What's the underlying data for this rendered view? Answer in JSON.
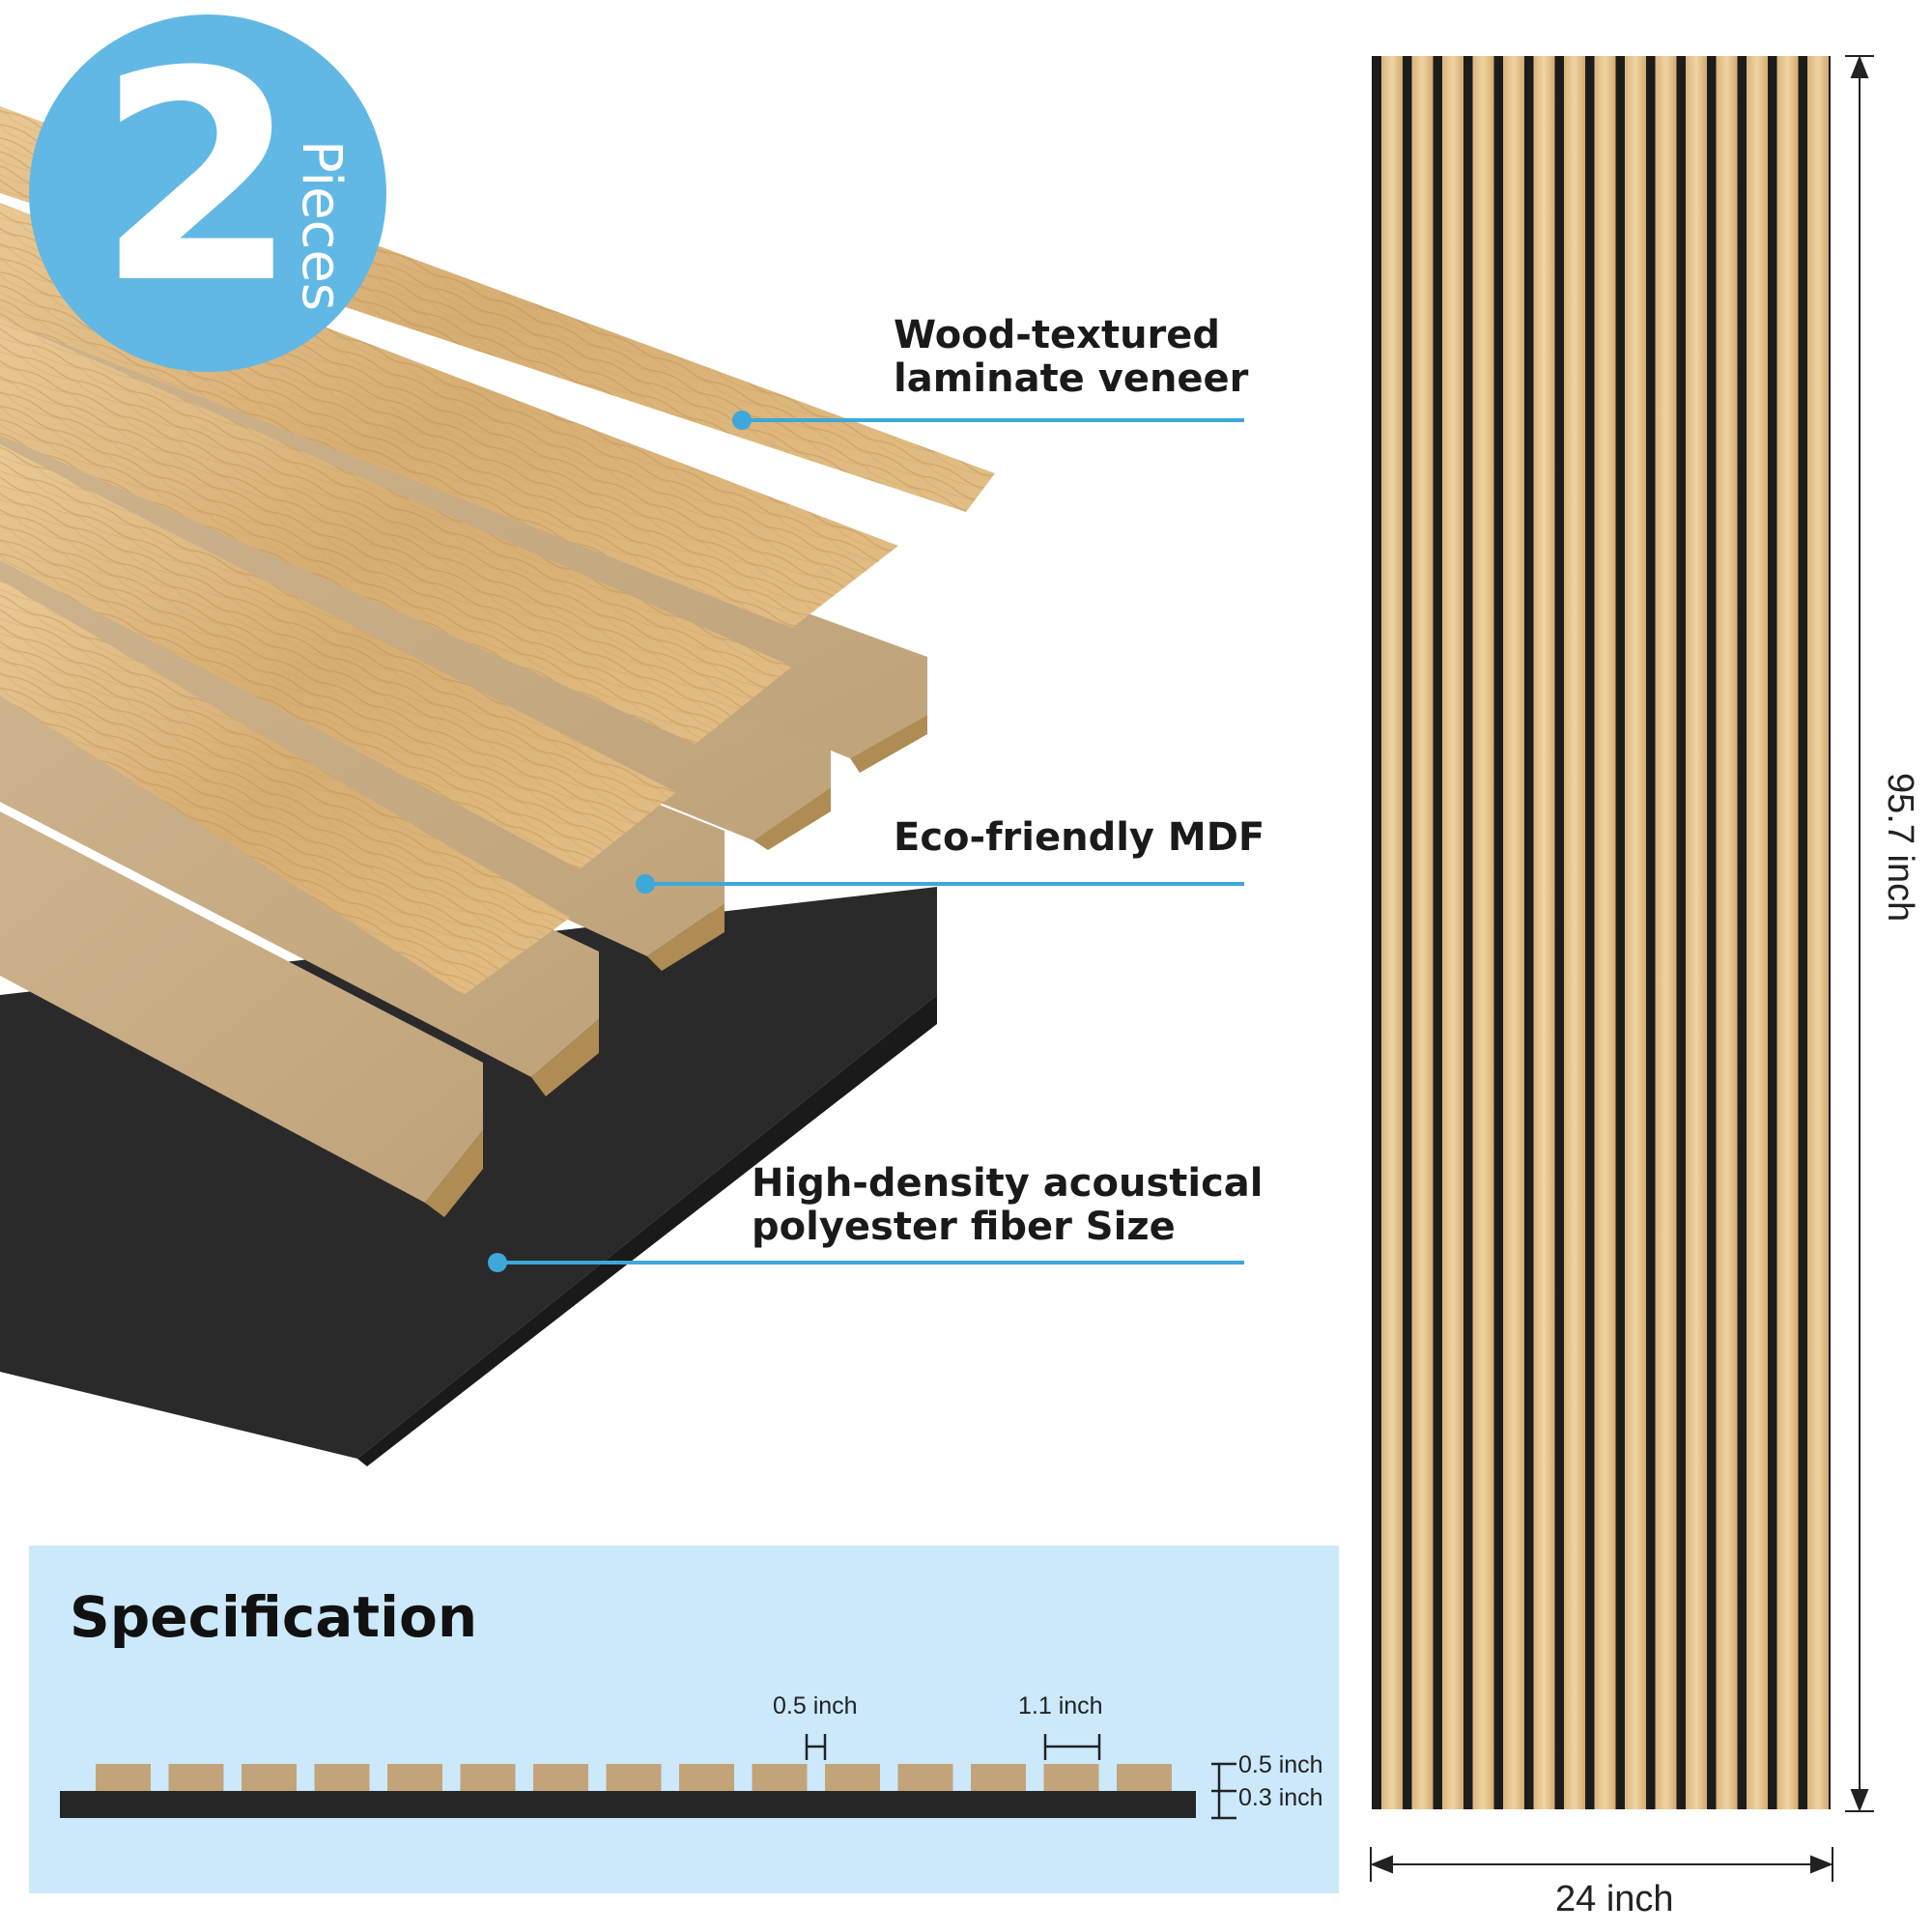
{
  "badge": {
    "count": "2",
    "unit": "Pieces"
  },
  "callouts": {
    "veneer": {
      "line1": "Wood-textured",
      "line2": "laminate veneer"
    },
    "mdf": {
      "line1": "Eco-friendly MDF"
    },
    "fiber": {
      "line1": "High-density acoustical",
      "line2": "polyester fiber Size"
    }
  },
  "specification": {
    "title": "Specification",
    "slat_width": "0.5 inch",
    "gap_width": "1.1 inch",
    "slat_thickness": "0.5 inch",
    "felt_thickness": "0.3 inch"
  },
  "panel": {
    "height": "95.7 inch",
    "width": "24 inch"
  },
  "colors": {
    "accent": "#3da8d9",
    "badge": "#62b8e4",
    "spec_bg": "#cbe9fb",
    "wood": "#d9b27a",
    "mdf": "#c9ad82",
    "felt": "#262626"
  }
}
